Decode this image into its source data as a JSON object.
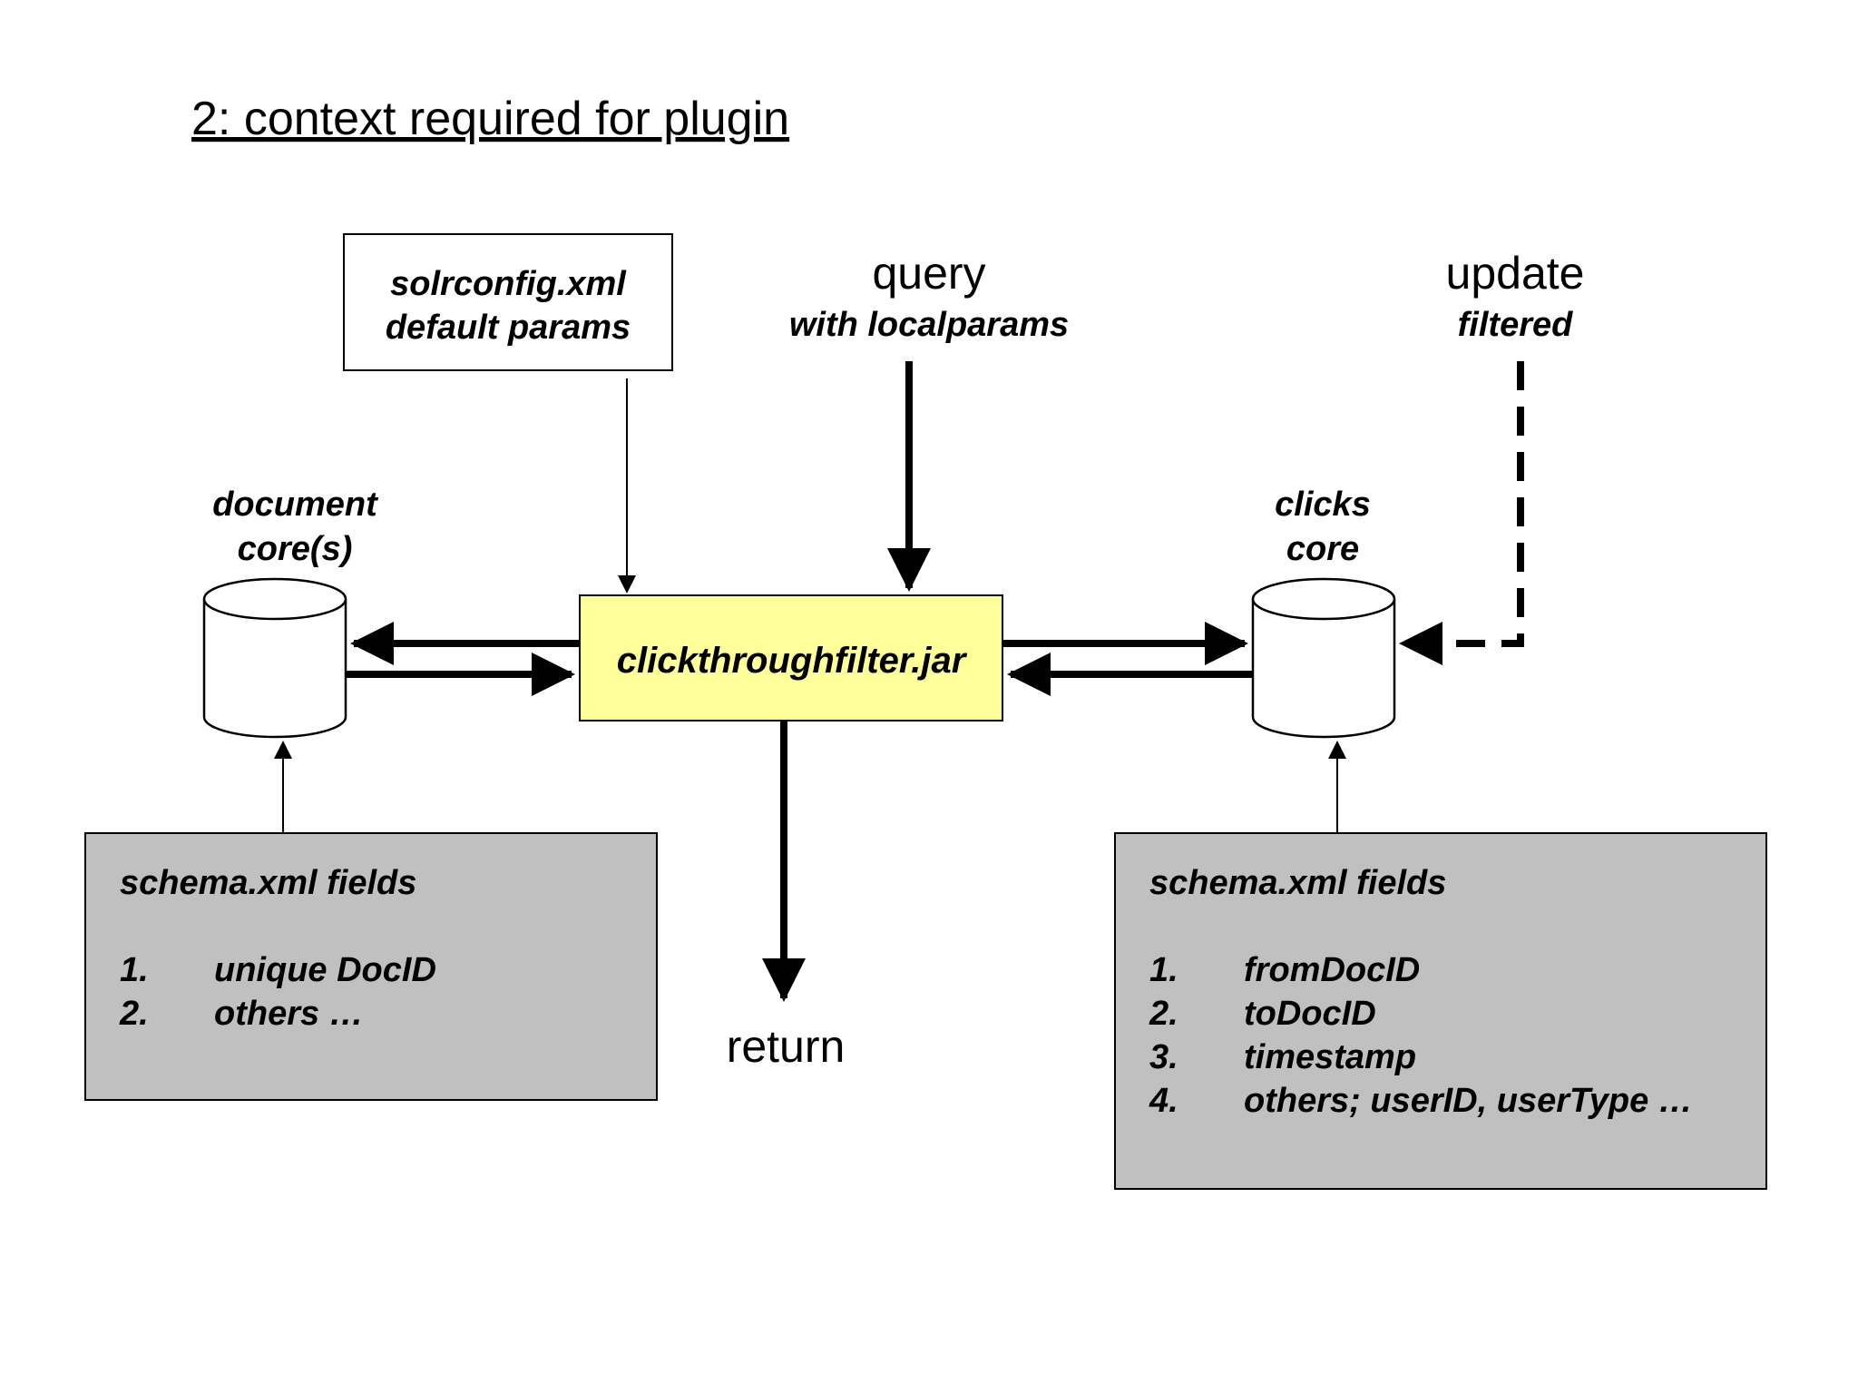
{
  "title": "2: context required for plugin",
  "config_box": {
    "line1": "solrconfig.xml",
    "line2": "default params"
  },
  "query_input": {
    "label": "query",
    "sublabel": "with localparams"
  },
  "update_input": {
    "label": "update",
    "sublabel": "filtered"
  },
  "document_core": {
    "line1": "document",
    "line2": "core(s)"
  },
  "clicks_core": {
    "line1": "clicks",
    "line2": "core"
  },
  "filter_box": {
    "label": "clickthroughfilter.jar",
    "fill_color": "#ffff99"
  },
  "return_output": {
    "label": "return"
  },
  "left_schema": {
    "heading": "schema.xml fields",
    "items": [
      {
        "num": "1.",
        "text": "unique DocID"
      },
      {
        "num": "2.",
        "text": "others …"
      }
    ],
    "fill_color": "#c0c0c0"
  },
  "right_schema": {
    "heading": "schema.xml fields",
    "items": [
      {
        "num": "1.",
        "text": "fromDocID"
      },
      {
        "num": "2.",
        "text": "toDocID"
      },
      {
        "num": "3.",
        "text": "timestamp"
      },
      {
        "num": "4.",
        "text": "others; userID, userType …"
      }
    ],
    "fill_color": "#c0c0c0"
  }
}
